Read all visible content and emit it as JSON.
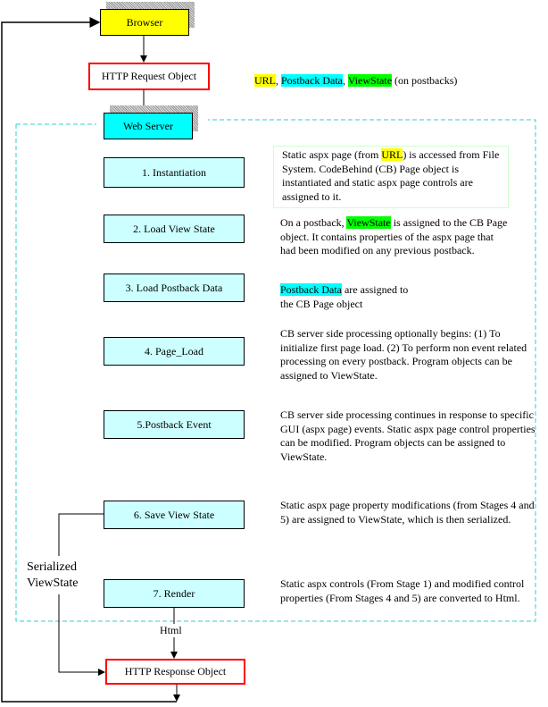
{
  "browser": "Browser",
  "request": "HTTP  Request Object",
  "legend": {
    "url": "URL",
    "sep1": ", ",
    "postback": "Postback Data",
    "sep2": ", ",
    "viewstate": "ViewState",
    "tail": " (on postbacks)"
  },
  "webserver": "Web Server",
  "stages": [
    "1. Instantiation",
    "2. Load View State",
    "3. Load Postback Data",
    "4. Page_Load",
    "5.Postback Event",
    "6. Save View State",
    "7. Render"
  ],
  "desc": {
    "d1a": "Static aspx page (from ",
    "d1url": "URL",
    "d1b": ")  is accessed from File System.  CodeBehind (CB) Page object is instantiated and static aspx page controls are assigned to it.",
    "d2a": "On a postback, ",
    "d2vs": "ViewState",
    "d2b": " is assigned to the CB Page object.  It contains properties of the aspx page that had been modified on any previous postback.",
    "d3pd": "Postback Data",
    "d3b": " are assigned to",
    "d3c": "the CB Page object",
    "d4": "CB server side processing optionally begins: (1) To initialize first page load. (2) To perform non event related processing on every postback. Program objects can be assigned to ViewState.",
    "d5": "CB server side processing continues in response to specific GUI (aspx page) events.  Static aspx page control properties can be modified. Program objects can be assigned to ViewState.",
    "d6": "Static aspx page property modifications (from Stages 4 and 5) are assigned to ViewState, which is then serialized.",
    "d7": "Static aspx controls (From Stage 1) and modified control properties (From Stages 4 and 5) are converted to Html."
  },
  "serialized1": "Serialized",
  "serialized2": "ViewState",
  "html": "Html",
  "response": "HTTP Response Object"
}
